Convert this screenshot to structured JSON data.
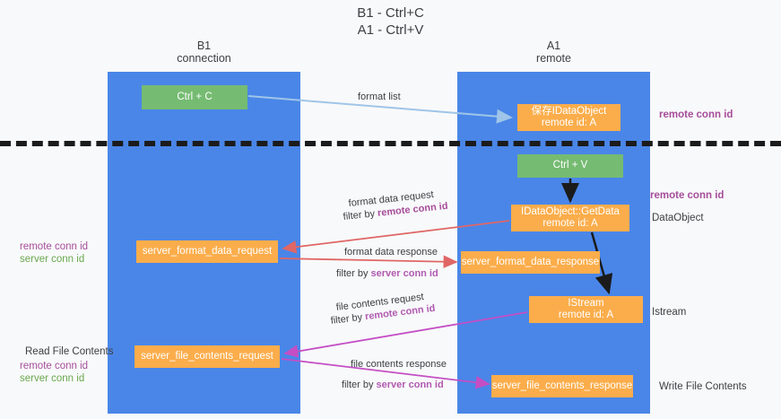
{
  "title": {
    "line1": "B1 - Ctrl+C",
    "line2": "A1 - Ctrl+V"
  },
  "columns": [
    {
      "id": "b1",
      "name": "B1",
      "role": "connection",
      "color": "#4a86e8"
    },
    {
      "id": "a1",
      "name": "A1",
      "role": "remote",
      "color": "#4a86e8"
    }
  ],
  "nodes": {
    "ctrl_c": {
      "label": "Ctrl + C",
      "color": "#76bb72"
    },
    "save_idataobject": {
      "label": "保存IDataObject",
      "sub": "remote id: A",
      "color": "#fbad4b"
    },
    "ctrl_v": {
      "label": "Ctrl + V",
      "color": "#76bb72"
    },
    "getdata": {
      "label": "IDataObject::GetData",
      "sub": "remote id: A",
      "color": "#fbad4b"
    },
    "server_format_data_request": {
      "label": "server_format_data_request",
      "color": "#fbad4b"
    },
    "server_format_data_response": {
      "label": "server_format_data_response",
      "color": "#fbad4b"
    },
    "istream": {
      "label": "IStream",
      "sub": "remote id: A",
      "color": "#fbad4b"
    },
    "server_file_contents_request": {
      "label": "server_file_contents_request",
      "color": "#fbad4b"
    },
    "server_file_contents_response": {
      "label": "server_file_contents_response",
      "color": "#fbad4b"
    }
  },
  "edges": {
    "format_list": {
      "label": "format list",
      "color": "#9fc5e8"
    },
    "format_data_request": {
      "line1": "format data request",
      "line2_prefix": "filter by ",
      "line2_key": "remote conn id",
      "color": "#e06666"
    },
    "format_data_response": {
      "line1": "format data response",
      "line2_prefix": "filter by ",
      "line2_key": "server conn id",
      "color": "#e06666"
    },
    "file_contents_request": {
      "line1": "file contents request",
      "line2_prefix": "filter by ",
      "line2_key": "remote conn id",
      "color": "#c44ec4"
    },
    "file_contents_response": {
      "line1": "file contents response",
      "line2_prefix": "filter by ",
      "line2_key": "server conn id",
      "color": "#c44ec4"
    }
  },
  "side_labels": {
    "remote_conn_id_top": "remote conn id",
    "remote_conn_id_mid": "remote conn id",
    "dataobject": "DataObject",
    "istream": "Istream",
    "write_file_contents": "Write File Contents",
    "read_file_contents": "Read File Contents",
    "left_remote_conn_id": "remote conn id",
    "left_server_conn_id": "server conn id",
    "left_remote_conn_id_2": "remote conn id",
    "left_server_conn_id_2": "server conn id"
  },
  "colors": {
    "column_blue": "#4a86e8",
    "node_green": "#76bb72",
    "node_orange": "#fbad4b",
    "arrow_blue": "#9fc5e8",
    "arrow_red": "#e06666",
    "arrow_magenta": "#c44ec4",
    "arrow_black": "#1b1b1b",
    "text_purple": "#a64d9a",
    "text_green": "#6aa84f",
    "divider": "#1b1b1b",
    "background": "#f8f9fa"
  }
}
